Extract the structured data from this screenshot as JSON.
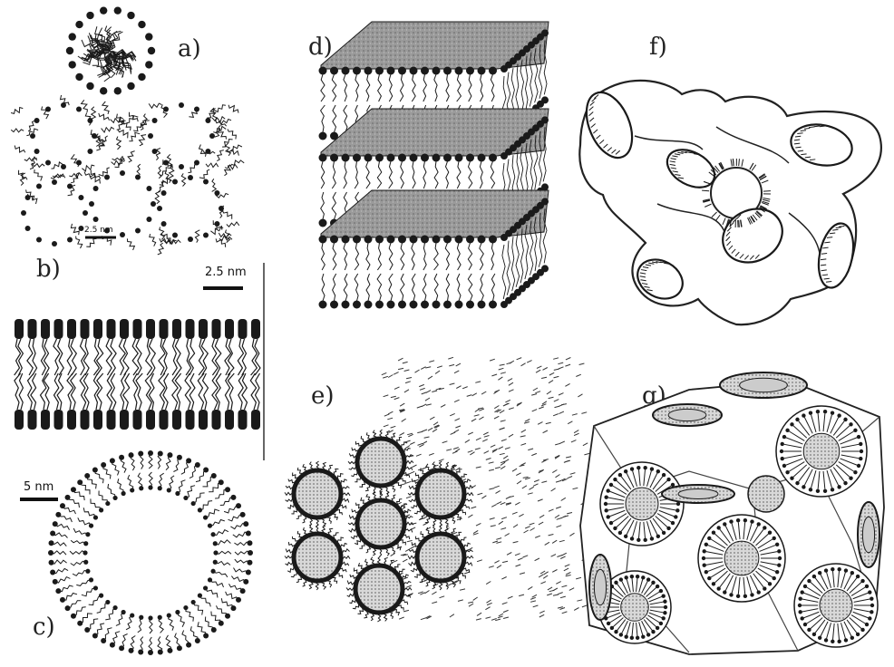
{
  "panels": {
    "a": {
      "label": "a)",
      "scale": "2.5 nm"
    },
    "b": {
      "label": "b)",
      "scale": "2.5 nm"
    },
    "c": {
      "label": "c)",
      "scale": "5 nm"
    },
    "d": {
      "label": "d)"
    },
    "e": {
      "label": "e)"
    },
    "f": {
      "label": "f)"
    },
    "g": {
      "label": "g)"
    }
  },
  "colors": {
    "ink": "#1a1a1a",
    "gray": "#8a8a8a",
    "light": "#c8c8c8",
    "paper": "#ffffff"
  }
}
